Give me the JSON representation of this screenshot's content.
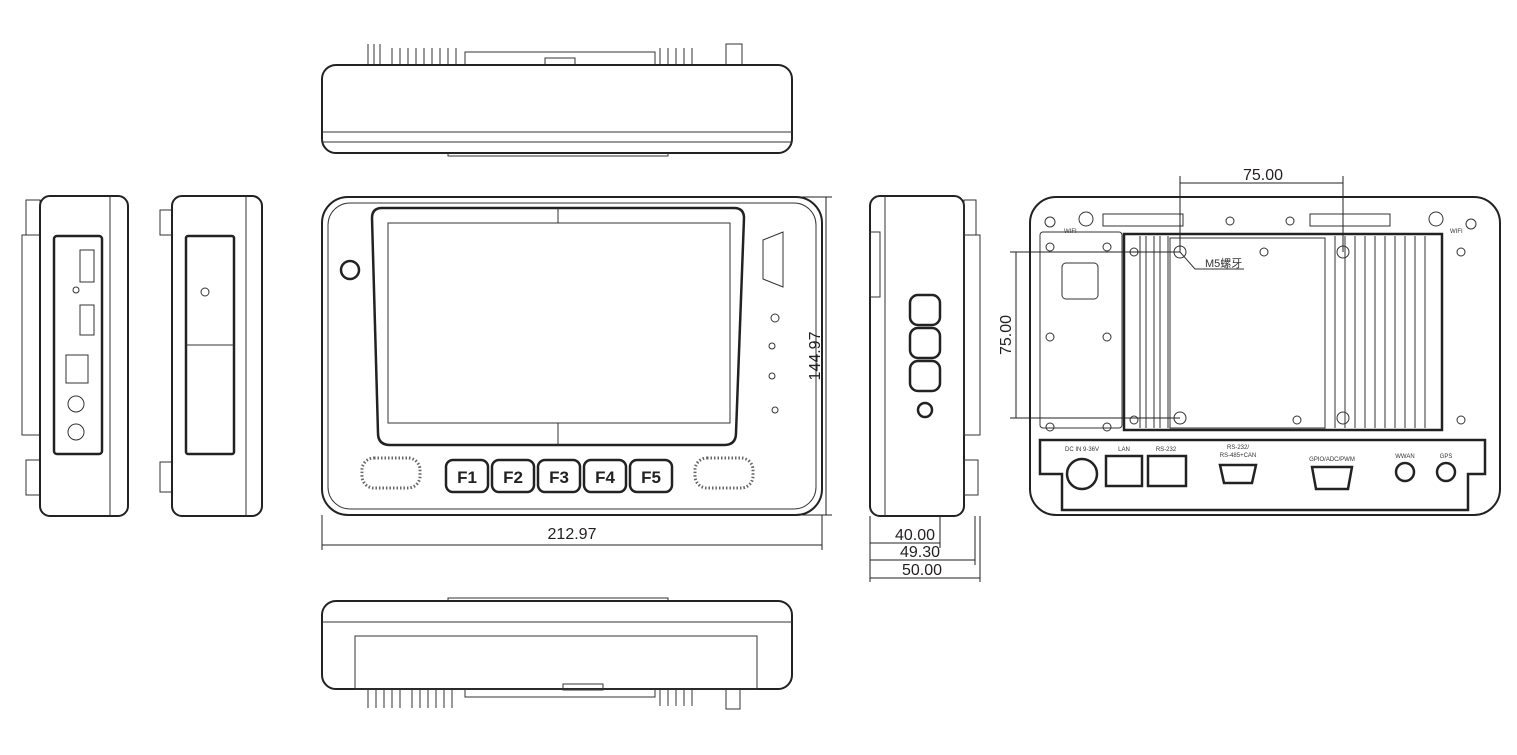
{
  "title": "Panel PC dimension drawing",
  "dimensions": {
    "width": "212.97",
    "height": "144.97",
    "depth_body": "40.00",
    "depth_bezel": "49.30",
    "depth_total": "50.00",
    "vesa_horizontal": "75.00",
    "vesa_vertical": "75.00"
  },
  "front": {
    "function_keys": [
      "F1",
      "F2",
      "F3",
      "F4",
      "F5"
    ]
  },
  "rear": {
    "screw_note": "M5螺牙",
    "antenna_labels": [
      "WIFI",
      "WIFI"
    ],
    "ports": [
      "DC IN 9-36V",
      "LAN",
      "RS-232",
      "RS-232/",
      "RS-485+CAN",
      "GPIO/ADC/PWM",
      "WWAN",
      "GPS"
    ]
  }
}
